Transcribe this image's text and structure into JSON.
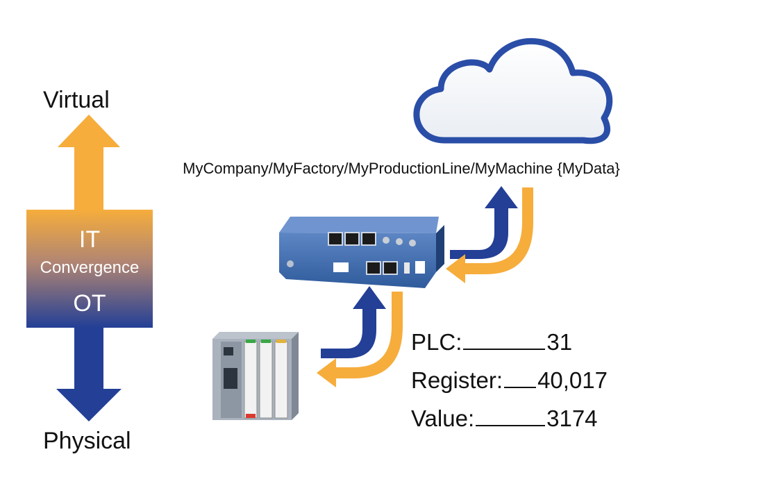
{
  "axis": {
    "top_label": "Virtual",
    "bottom_label": "Physical",
    "center_top": "IT",
    "center_middle": "Convergence",
    "center_bottom": "OT"
  },
  "cloud": {
    "topic_path": "MyCompany/MyFactory/MyProductionLine/MyMachine {MyData}"
  },
  "mapping": {
    "plc_label": "PLC:",
    "plc_value": "31",
    "register_label": "Register:",
    "register_value": "40,017",
    "value_label": "Value:",
    "value_value": "3174"
  },
  "colors": {
    "orange": "#f6ad3c",
    "blue": "#233f96",
    "cloud_outline": "#2a4ea7",
    "gateway_body": "#2f5b9c"
  }
}
